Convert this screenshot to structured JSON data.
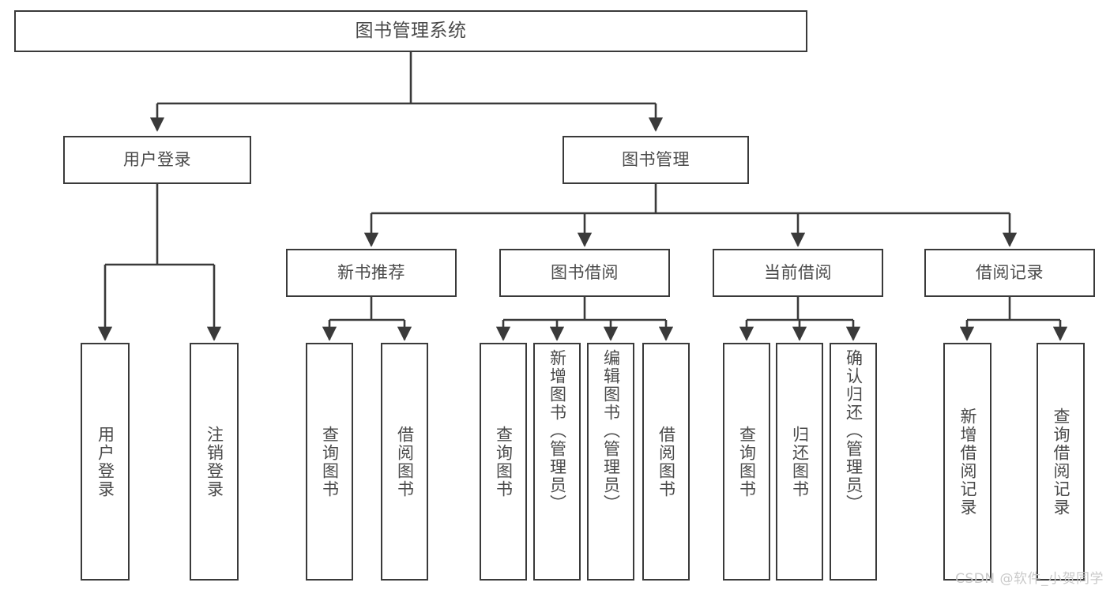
{
  "diagram": {
    "title": "图书管理系统",
    "type": "tree",
    "watermark": "CSDN @软件_小贺同学",
    "colors": {
      "box_border": "#3a3a3a",
      "box_fill": "#ffffff",
      "text": "#4a4a4a",
      "edge": "#3a3a3a",
      "background": "#ffffff",
      "watermark": "#c9c9c9"
    },
    "root": {
      "label": "图书管理系统"
    },
    "level2": [
      {
        "label": "用户登录"
      },
      {
        "label": "图书管理"
      }
    ],
    "level3": [
      {
        "label": "新书推荐"
      },
      {
        "label": "图书借阅"
      },
      {
        "label": "当前借阅"
      },
      {
        "label": "借阅记录"
      }
    ],
    "leaves": {
      "user_login": [
        {
          "label": "用户登录"
        },
        {
          "label": "注销登录"
        }
      ],
      "new_book_recommend": [
        {
          "label": "查询图书"
        },
        {
          "label": "借阅图书"
        }
      ],
      "book_borrow": [
        {
          "label": "查询图书"
        },
        {
          "label": "新增图书（管理员）"
        },
        {
          "label": "编辑图书（管理员）"
        },
        {
          "label": "借阅图书"
        }
      ],
      "current_borrow": [
        {
          "label": "查询图书"
        },
        {
          "label": "归还图书"
        },
        {
          "label": "确认归还（管理员）"
        }
      ],
      "borrow_record": [
        {
          "label": "新增借阅记录"
        },
        {
          "label": "查询借阅记录"
        }
      ]
    }
  }
}
